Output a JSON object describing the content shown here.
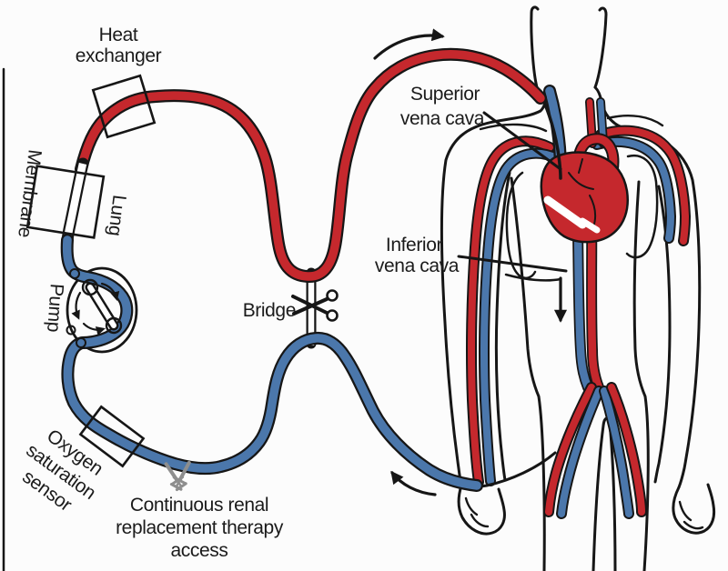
{
  "colors": {
    "oxygenated_red": "#c5282d",
    "deoxygenated_blue": "#4b77ab",
    "outline_black": "#161616",
    "accessory_gray": "#8e8e8e",
    "background": "#fcfcfc"
  },
  "labels": {
    "heat_exchanger_line1": "Heat",
    "heat_exchanger_line2": "exchanger",
    "membrane": "Membrane",
    "lung": "Lung",
    "pump": "Pump",
    "bridge": "Bridge",
    "oxygen_sensor_line1": "Oxygen",
    "oxygen_sensor_line2": "saturation",
    "oxygen_sensor_line3": "sensor",
    "crrt_line1": "Continuous renal",
    "crrt_line2": "replacement therapy",
    "crrt_line3": "access",
    "superior_line1": "Superior",
    "superior_line2": "vena cava",
    "inferior_line1": "Inferior",
    "inferior_line2": "vena cava"
  },
  "icons": {
    "bridge_cut": "scissors-icon",
    "crrt_access": "stopcock-syringe-icon",
    "flow_top": "curved-arrow-right-icon",
    "flow_bottom": "curved-arrow-up-left-icon",
    "flow_ivc": "down-arrow-icon"
  }
}
